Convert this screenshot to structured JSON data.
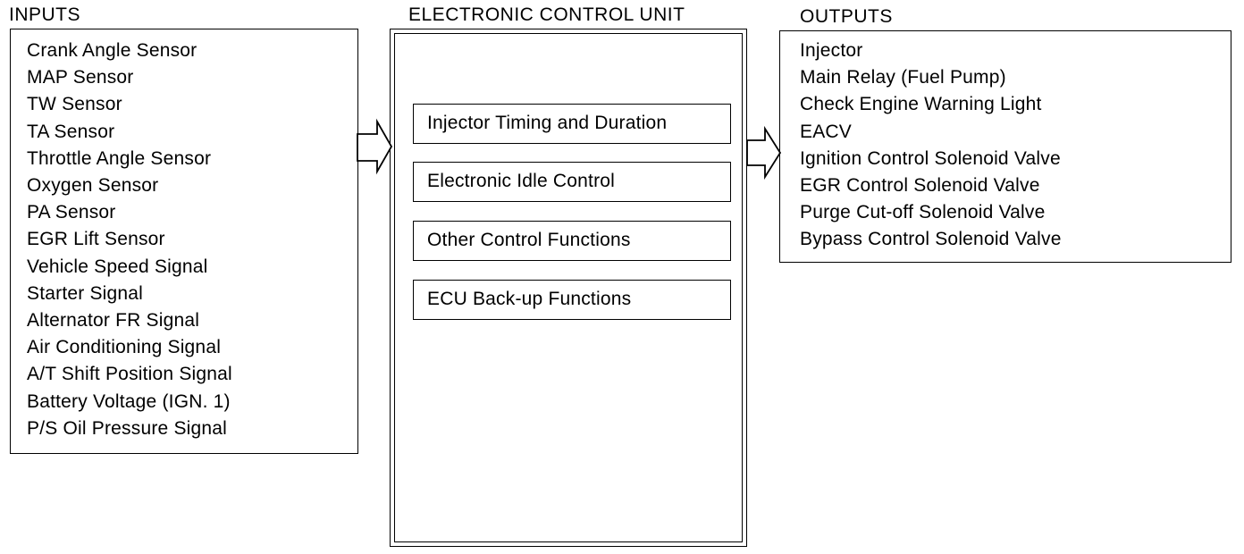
{
  "inputs": {
    "title": "INPUTS",
    "items": [
      "Crank Angle Sensor",
      "MAP Sensor",
      "TW Sensor",
      "TA Sensor",
      "Throttle Angle Sensor",
      "Oxygen Sensor",
      "PA Sensor",
      "EGR Lift Sensor",
      "Vehicle Speed Signal",
      "Starter Signal",
      "Alternator FR Signal",
      "Air Conditioning Signal",
      "A/T Shift Position Signal",
      "Battery Voltage (IGN. 1)",
      "P/S Oil Pressure Signal"
    ]
  },
  "ecu": {
    "title": "ELECTRONIC CONTROL UNIT",
    "functions": [
      "Injector Timing and Duration",
      "Electronic Idle Control",
      "Other Control Functions",
      "ECU Back-up Functions"
    ]
  },
  "outputs": {
    "title": "OUTPUTS",
    "items": [
      "Injector",
      "Main Relay (Fuel Pump)",
      "Check Engine Warning Light",
      "EACV",
      "Ignition Control Solenoid Valve",
      "EGR Control Solenoid Valve",
      "Purge Cut-off Solenoid Valve",
      "Bypass Control Solenoid Valve"
    ]
  }
}
